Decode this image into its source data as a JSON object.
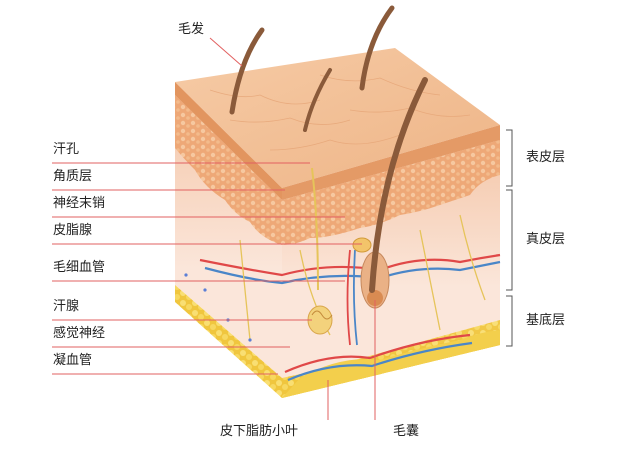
{
  "diagram": {
    "labels": {
      "hair": "毛发",
      "sweat_pore": "汗孔",
      "stratum_corneum": "角质层",
      "nerve_ending": "神经末销",
      "sebaceous_gland": "皮脂腺",
      "capillary": "毛细血管",
      "sweat_gland": "汗腺",
      "sensory_nerve": "感觉神经",
      "coagulation_vessel": "凝血管",
      "fat_lobule": "皮下脂肪小叶",
      "hair_follicle": "毛囊",
      "epidermis": "表皮层",
      "dermis": "真皮层",
      "basal_layer": "基底层"
    },
    "colors": {
      "skin_top": "#f1b98b",
      "epidermis": "#e9a06a",
      "dermis": "#f9dccb",
      "fat": "#f4d25a",
      "hair": "#8a5a3a",
      "artery": "#e04848",
      "vein": "#4a86c8",
      "nerve": "#e6c45a",
      "leader_line": "#e26060"
    }
  }
}
